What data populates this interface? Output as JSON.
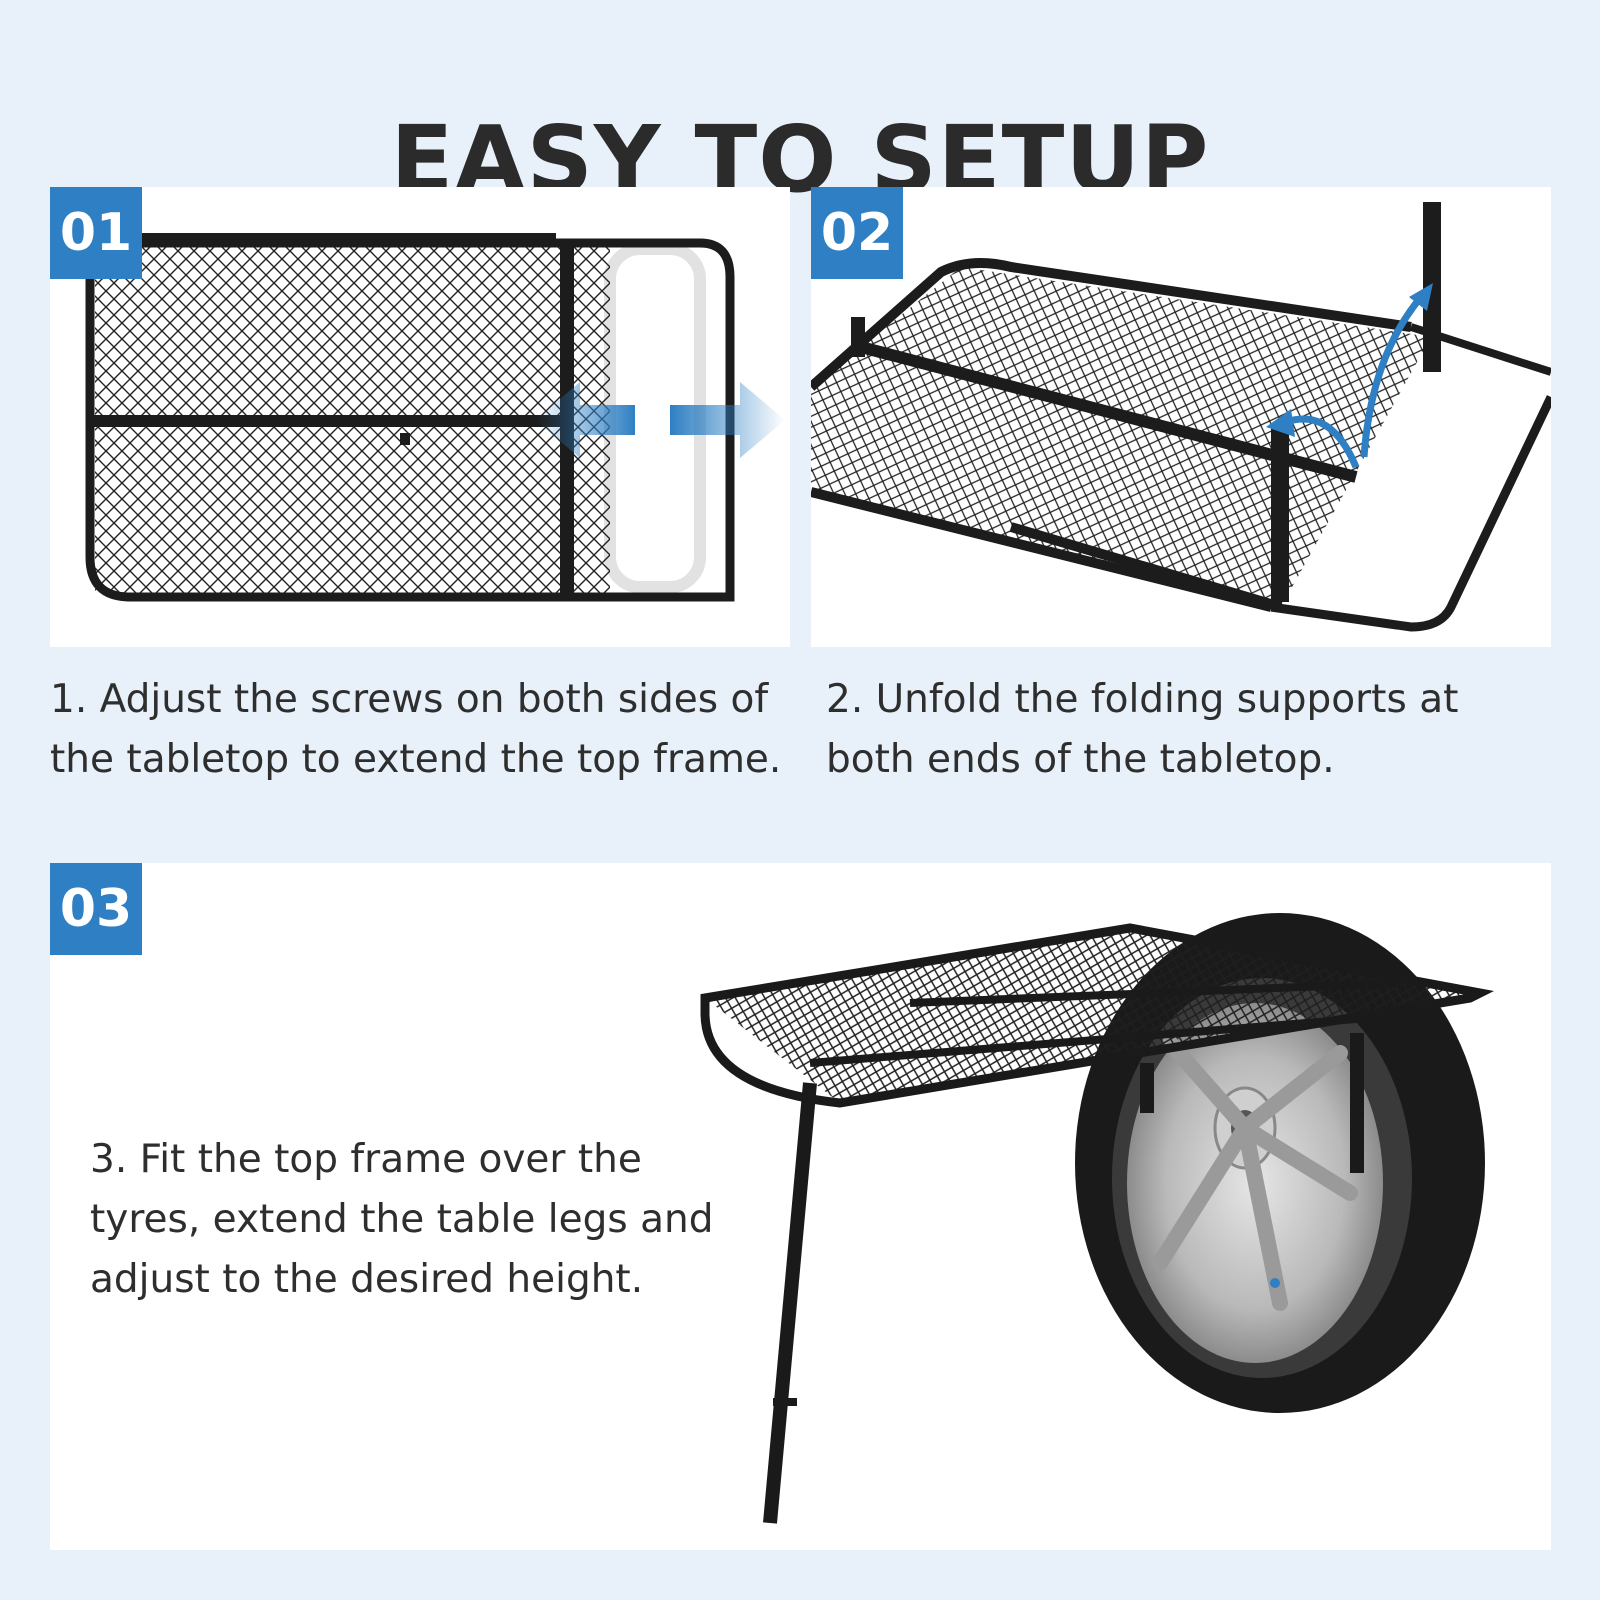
{
  "title": "EASY TO SETUP",
  "steps": [
    {
      "badge": "01",
      "caption": "1. Adjust the screws on both sides of the tabletop to extend the top frame."
    },
    {
      "badge": "02",
      "caption": "2. Unfold the folding supports at both ends of the tabletop."
    },
    {
      "badge": "03",
      "caption": "3. Fit the top frame over the tyres, extend the table legs and adjust to the desired height."
    }
  ],
  "colors": {
    "background": "#e8f0f9",
    "badge": "#2e7fc3",
    "arrow": "#2e7fc3",
    "frame": "#1e1e1e"
  }
}
